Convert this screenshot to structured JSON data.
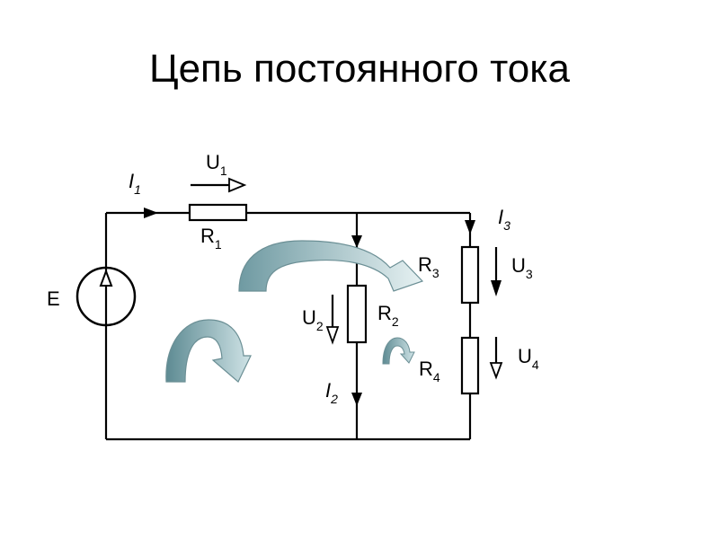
{
  "title": "Цепь постоянного тока",
  "labels": {
    "E": "E",
    "I1": {
      "main": "I",
      "sub": "1"
    },
    "U1": {
      "main": "U",
      "sub": "1"
    },
    "R1": {
      "main": "R",
      "sub": "1"
    },
    "I3": {
      "main": "I",
      "sub": "3"
    },
    "R3": {
      "main": "R",
      "sub": "3"
    },
    "U3": {
      "main": "U",
      "sub": "3"
    },
    "U2": {
      "main": "U",
      "sub": "2"
    },
    "R2": {
      "main": "R",
      "sub": "2"
    },
    "R4": {
      "main": "R",
      "sub": "4"
    },
    "U4": {
      "main": "U",
      "sub": "4"
    },
    "I2": {
      "main": "I",
      "sub": "2"
    }
  },
  "colors": {
    "wire": "#000000",
    "loop_arrow": "#7ba7ae",
    "loop_arrow_light": "#d7e8ea"
  }
}
